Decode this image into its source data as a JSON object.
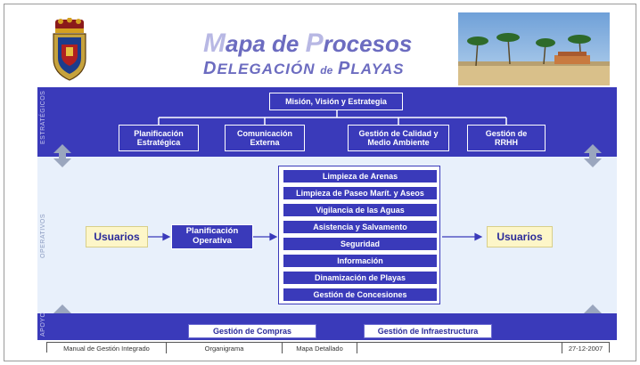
{
  "header": {
    "title_caps": [
      "M",
      "P"
    ],
    "title_rest": [
      "apa de ",
      "rocesos"
    ],
    "subtitle_caps": [
      "D",
      "P"
    ],
    "subtitle_rest": [
      "ELEGACIÓN ",
      "de",
      "LAYAS"
    ]
  },
  "side_labels": {
    "strategic": "ESTRATÉGICOS",
    "operative": "OPERATIVOS",
    "support": "APOYO"
  },
  "strategic": {
    "top": "Misión, Visión y Estrategia",
    "boxes": [
      [
        "Planificación",
        "Estratégica"
      ],
      [
        "Comunicación",
        "Externa"
      ],
      [
        "Gestión de Calidad y",
        "Medio Ambiente"
      ],
      [
        "Gestión de",
        "RRHH"
      ]
    ]
  },
  "operative": {
    "left_user": "Usuarios",
    "planning": [
      "Planificación",
      "Operativa"
    ],
    "processes": [
      "Limpieza de Arenas",
      "Limpieza de Paseo Marít. y Aseos",
      "Vigilancia de las Aguas",
      "Asistencia y Salvamento",
      "Seguridad",
      "Información",
      "Dinamización de Playas",
      "Gestión de Concesiones"
    ],
    "right_user": "Usuarios"
  },
  "support": {
    "boxes": [
      "Gestión de Compras",
      "Gestión de Infraestructura"
    ]
  },
  "footer": {
    "cells": [
      "Manual de Gestión Integrado",
      "Organigrama",
      "Mapa Detallado",
      "",
      "27-12-2007"
    ]
  },
  "colors": {
    "band": "#3a3aba",
    "light_band": "#e8f0fb",
    "user_box": "#fdf6c8",
    "title": "#6c6cc0",
    "arrow": "#9aa6be"
  }
}
